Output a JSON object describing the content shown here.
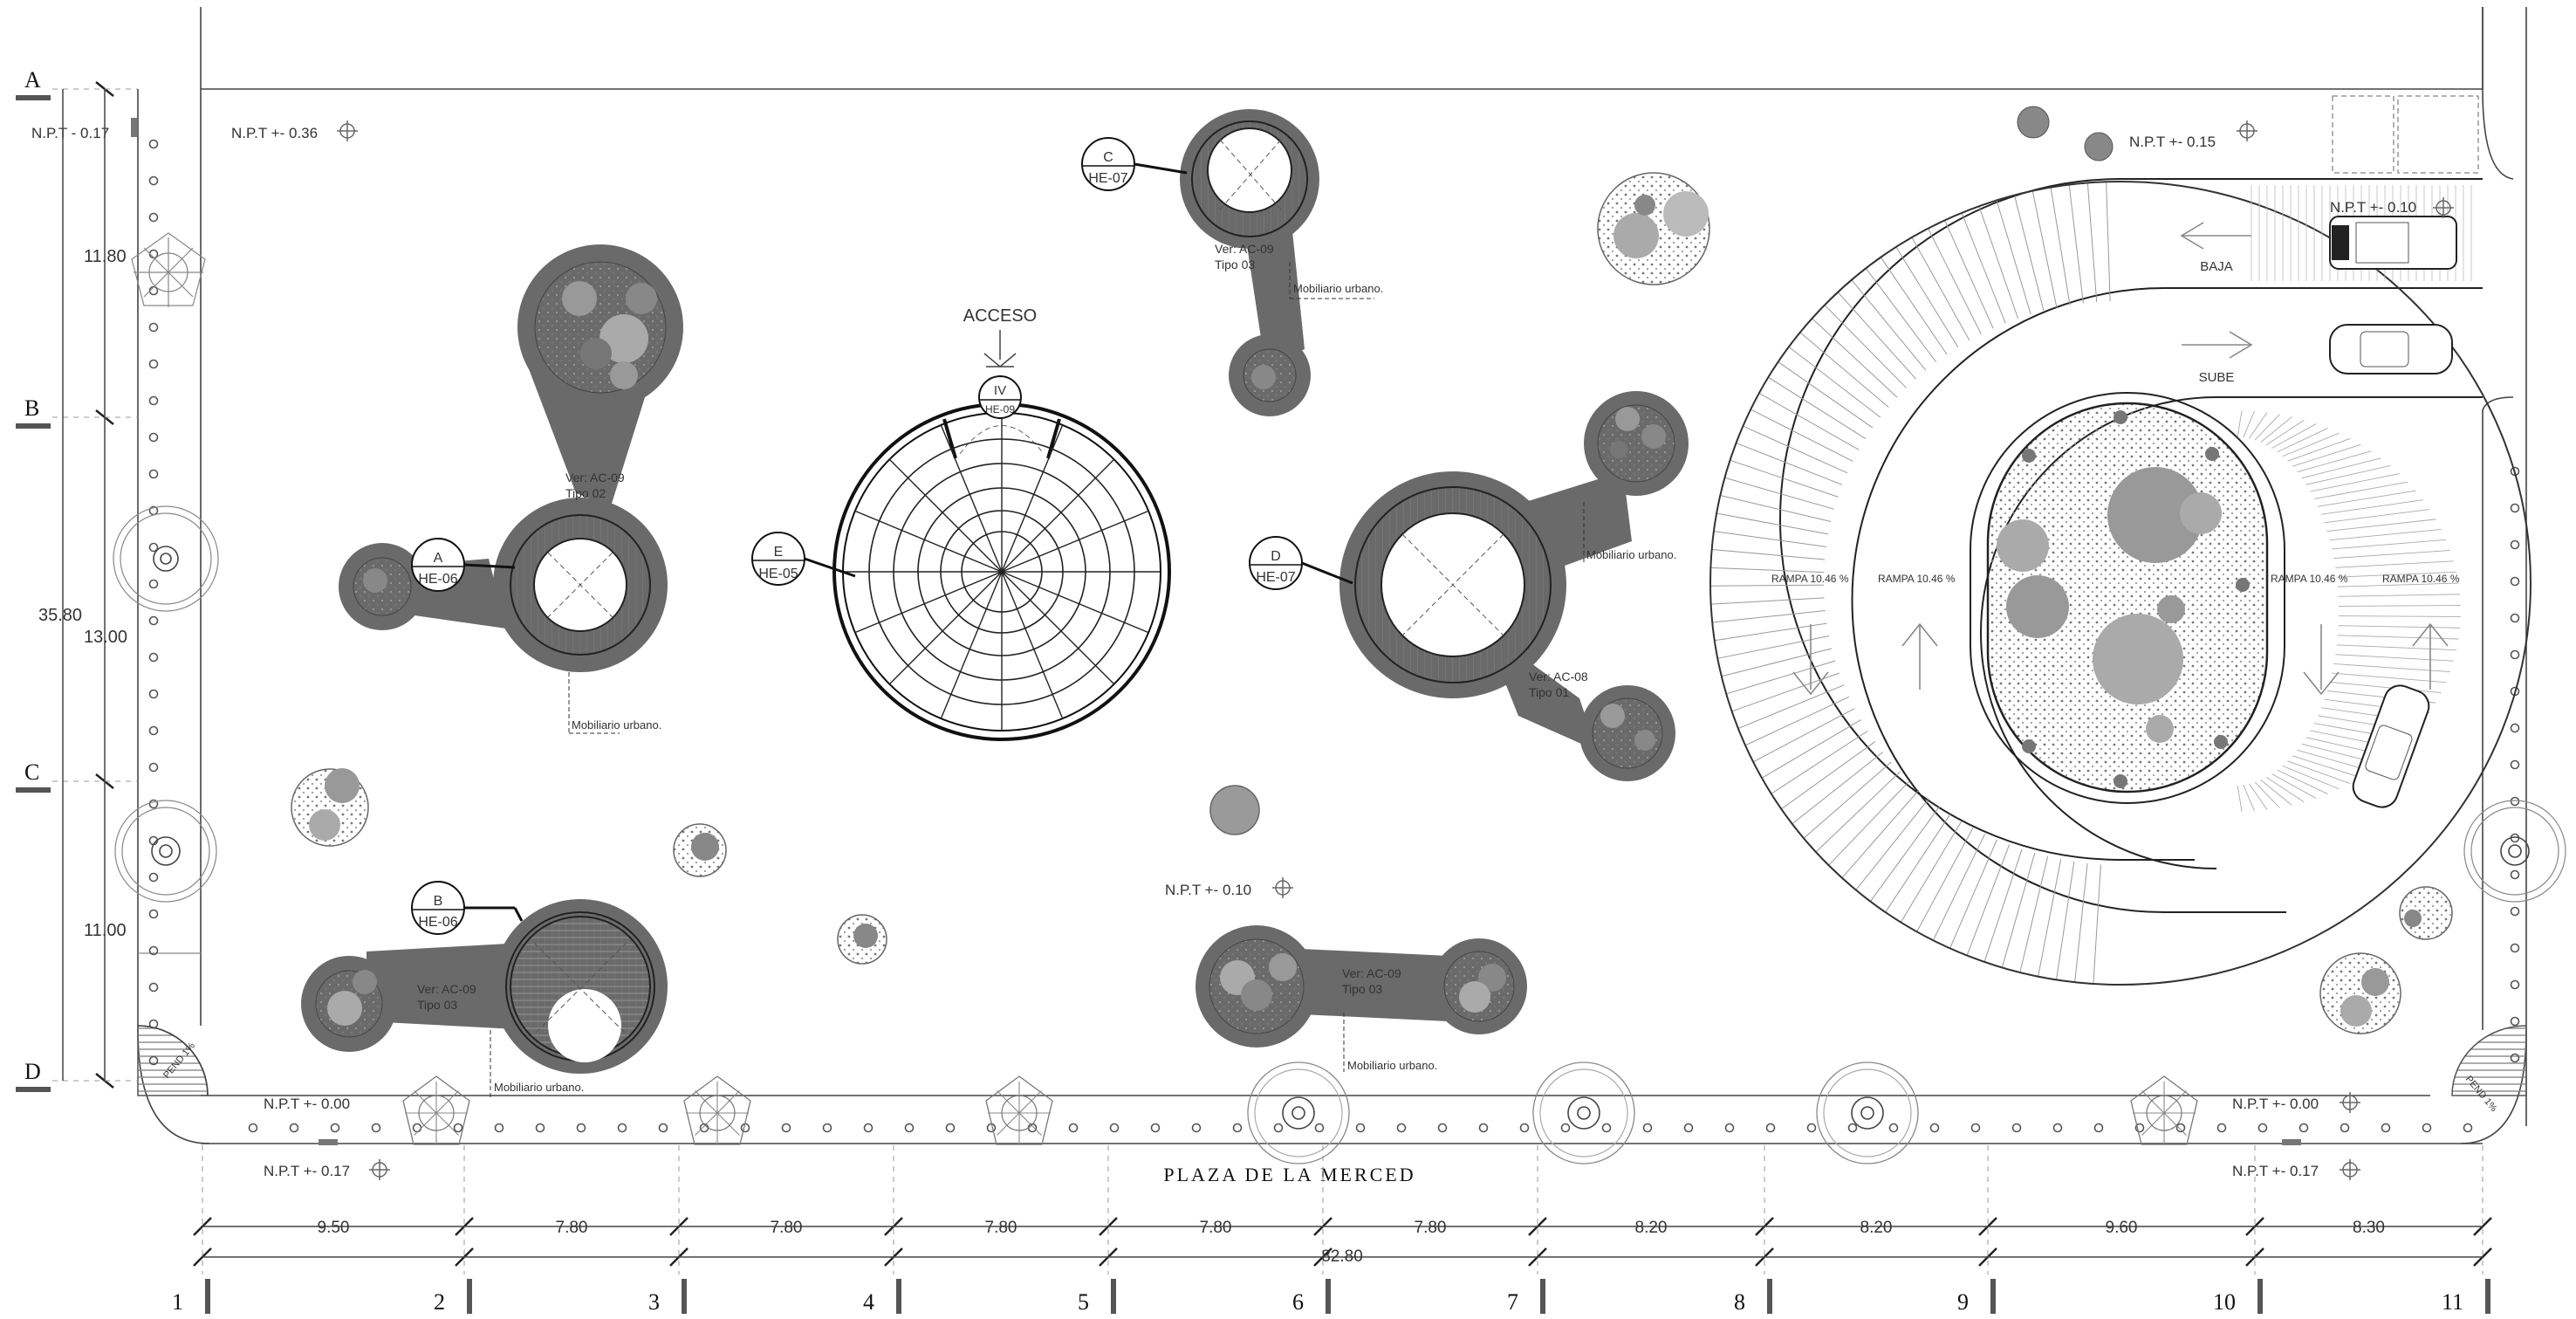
{
  "colors": {
    "ink": "#111111",
    "planter_fill": "#6a6a6a",
    "tree": "#8a8a8a",
    "paper": "#ffffff"
  },
  "grid_rows": [
    "A",
    "B",
    "C",
    "D"
  ],
  "grid_cols": [
    "1",
    "2",
    "3",
    "4",
    "5",
    "6",
    "7",
    "8",
    "9",
    "10",
    "11"
  ],
  "vertical_dims": {
    "total": "35.80",
    "a_b": "11.80",
    "b_c": "13.00",
    "c_d": "11.00"
  },
  "horizontal_dims": {
    "spans": [
      "9.50",
      "7.80",
      "7.80",
      "7.80",
      "7.80",
      "7.80",
      "8.20",
      "8.20",
      "9.60",
      "8.30"
    ],
    "total": "82.80"
  },
  "levels": {
    "npt_top_left": "N.P.T  - 0.17",
    "npt_036": "N.P.T  +- 0.36",
    "npt_015": "N.P.T  +- 0.15",
    "npt_010_garage": "N.P.T  +- 0.10",
    "npt_010_center": "N.P.T  +- 0.10",
    "npt_000_left": "N.P.T  +- 0.00",
    "npt_017_left": "N.P.T  +- 0.17",
    "npt_000_right": "N.P.T  +- 0.00",
    "npt_017_right": "N.P.T  +- 0.17"
  },
  "acceso": "ACCESO",
  "street": "PLAZA  DE  LA  MERCED",
  "tags": {
    "iv": {
      "top": "IV",
      "bottom": "HE-09"
    },
    "e": {
      "top": "E",
      "bottom": "HE-05"
    },
    "a": {
      "top": "A",
      "bottom": "HE-06"
    },
    "b": {
      "top": "B",
      "bottom": "HE-06"
    },
    "c": {
      "top": "C",
      "bottom": "HE-07"
    },
    "d": {
      "top": "D",
      "bottom": "HE-07"
    }
  },
  "notes": {
    "p_a_ver": "Ver: AC-09",
    "p_a_tipo": "Tipo 02",
    "p_b_ver": "Ver: AC-09",
    "p_b_tipo": "Tipo 03",
    "p_c_ver": "Ver: AC-09",
    "p_c_tipo": "Tipo 03",
    "p_d_ver": "Ver: AC-08",
    "p_d_tipo": "Tipo 01",
    "p_e_ver": "Ver: AC-09",
    "p_e_tipo": "Tipo 03",
    "mob_a": "Mobiliario urbano.",
    "mob_b": "Mobiliario urbano.",
    "mob_c": "Mobiliario urbano.",
    "mob_d": "Mobiliario urbano.",
    "mob_e": "Mobiliario urbano."
  },
  "ramp": {
    "baja": "BAJA",
    "sube": "SUBE",
    "rampa_labels": [
      "RAMPA 10.46 %",
      "RAMPA 10.46 %",
      "RAMPA 10.46 %",
      "RAMPA 10.46 %"
    ],
    "pend_left": "PEND 1%",
    "pend_right": "PEND 1%"
  }
}
